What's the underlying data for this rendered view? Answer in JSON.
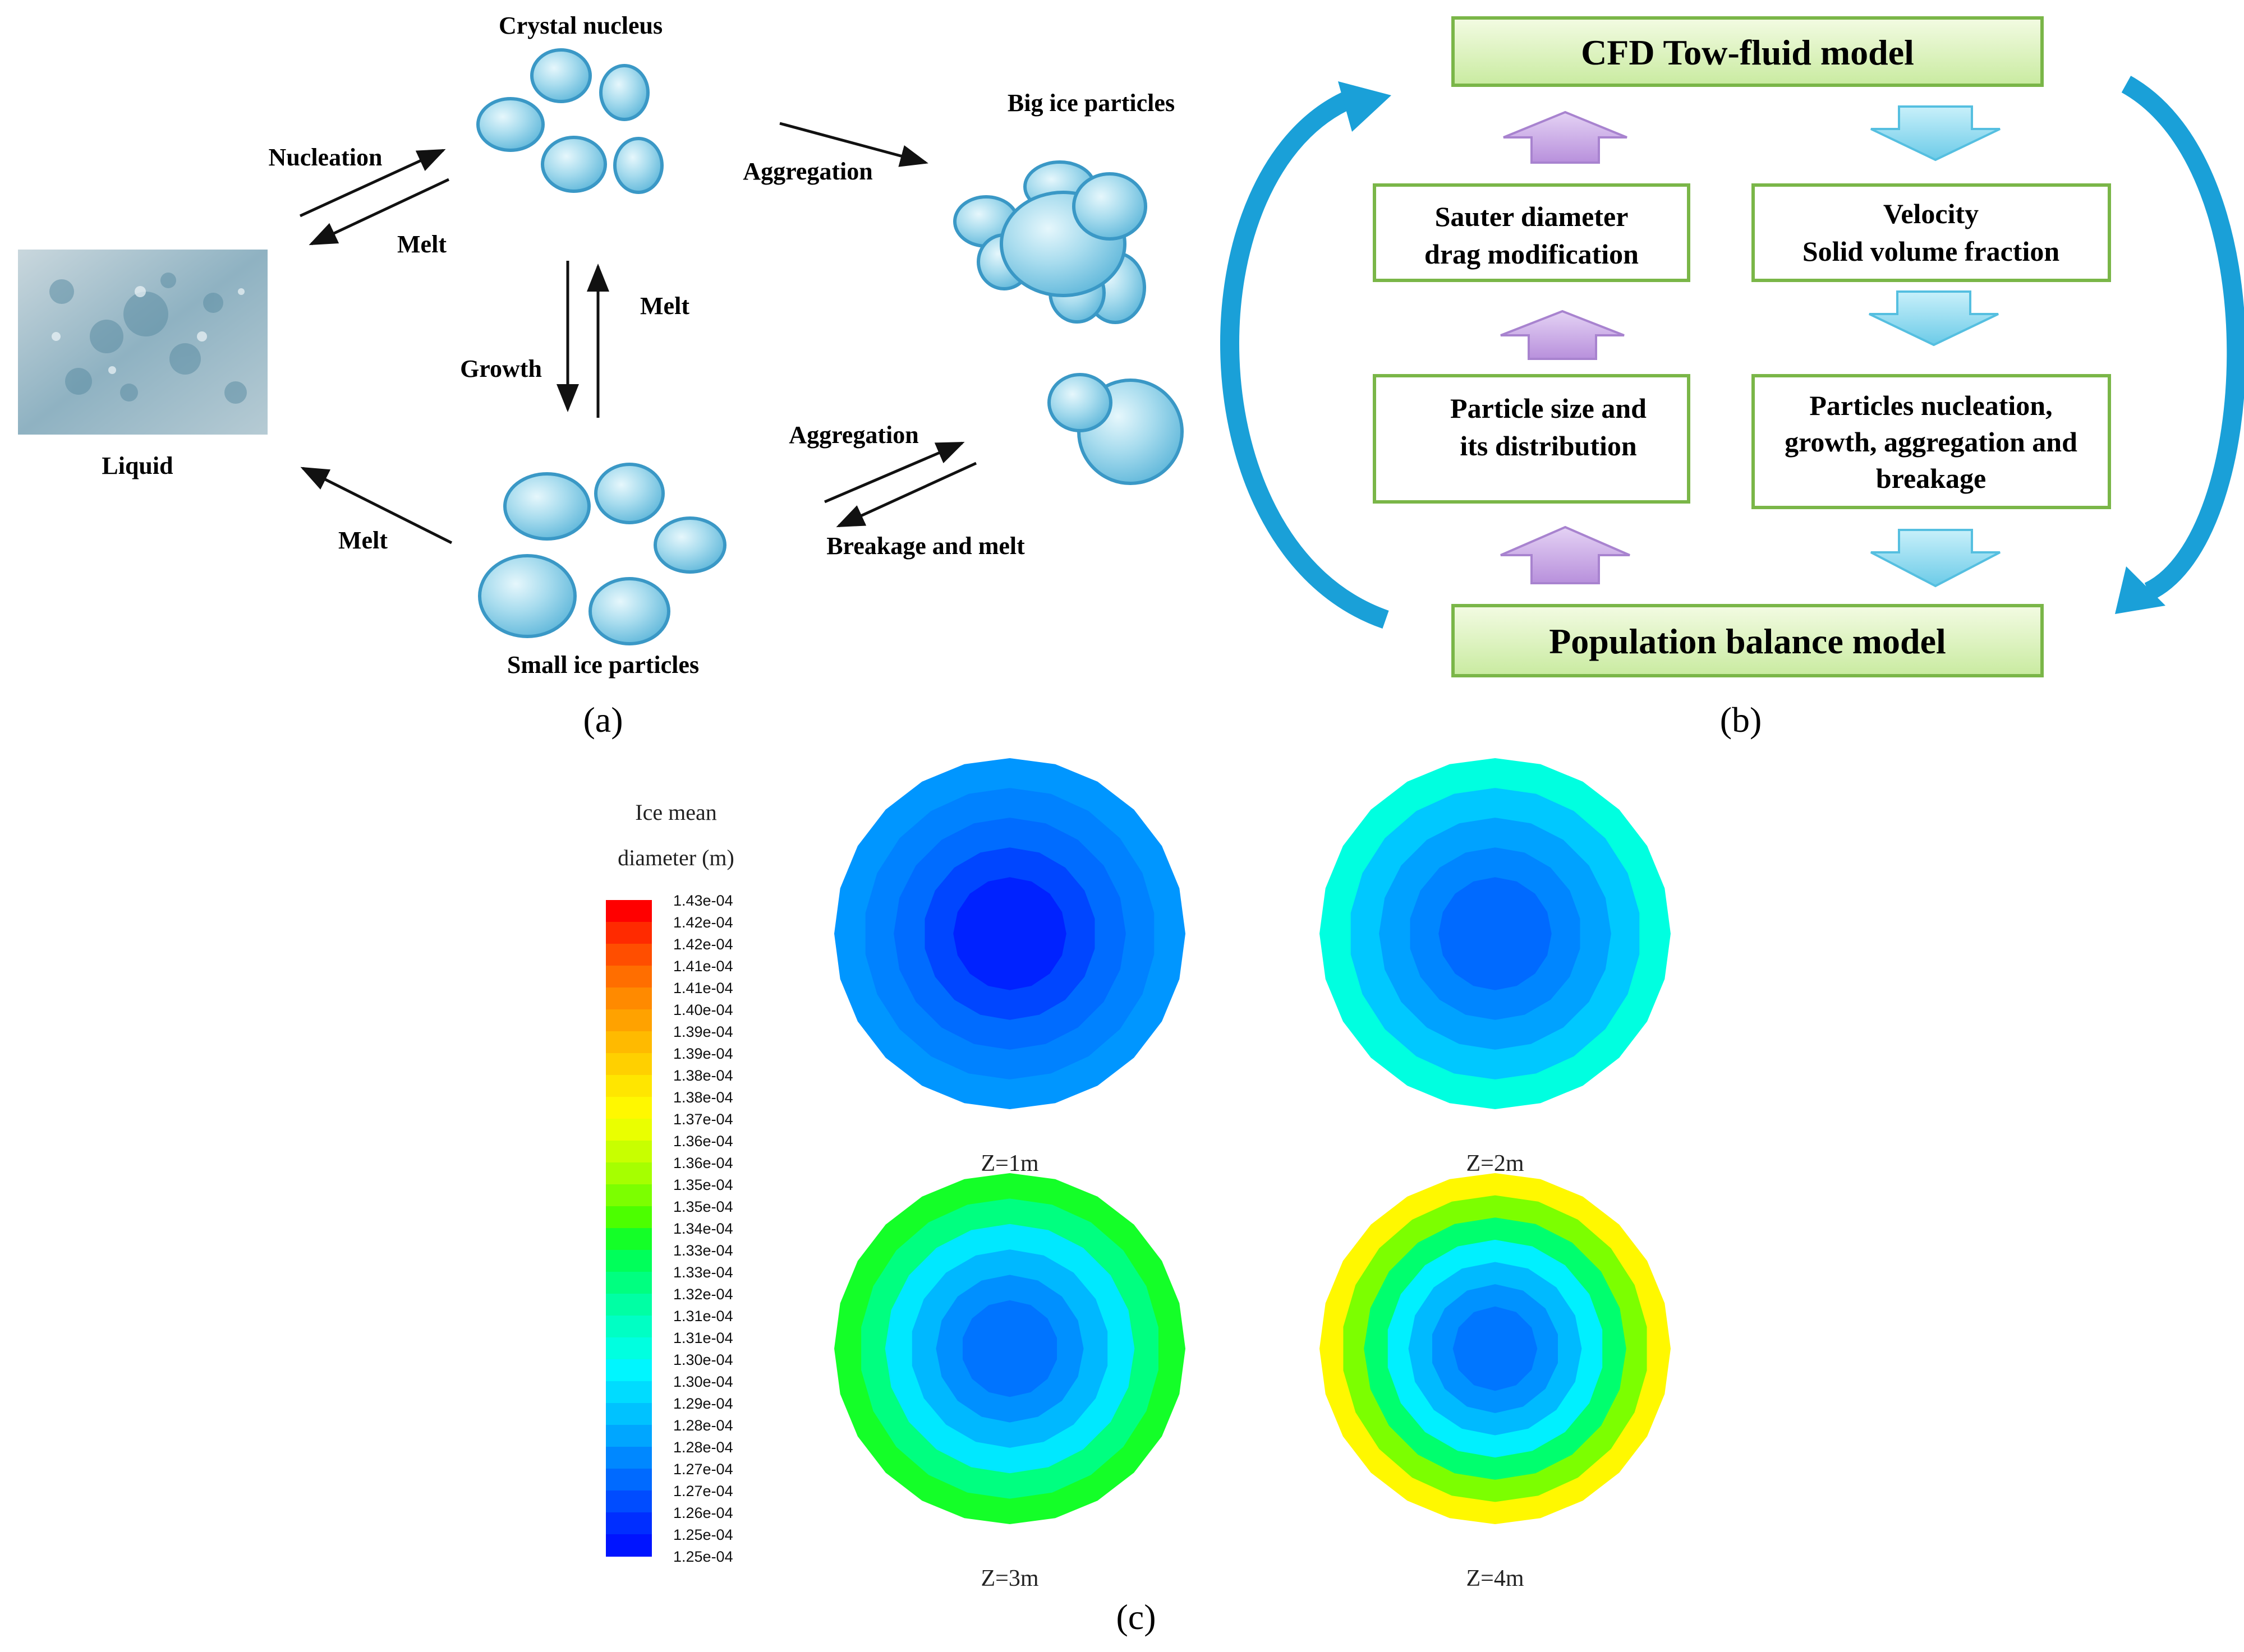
{
  "panel_a": {
    "labels": {
      "crystal_nucleus": "Crystal nucleus",
      "nucleation": "Nucleation",
      "melt_top": "Melt",
      "liquid": "Liquid",
      "melt_vertical": "Melt",
      "growth": "Growth",
      "melt_bottom": "Melt",
      "small_ice": "Small ice particles",
      "aggregation_top": "Aggregation",
      "big_ice": "Big ice particles",
      "aggregation_bottom": "Aggregation",
      "breakage_melt": "Breakage and melt"
    },
    "caption": "(a)"
  },
  "panel_b": {
    "top_box": "CFD Tow-fluid model",
    "box_left_mid": [
      "Sauter diameter",
      "drag modification"
    ],
    "box_right_mid": [
      "Velocity",
      "Solid volume fraction"
    ],
    "box_left_low": [
      "Particle size and",
      "its distribution"
    ],
    "box_right_low": [
      "Particles nucleation,",
      "growth, aggregation and",
      "breakage"
    ],
    "bottom_box": "Population balance model",
    "caption": "(b)",
    "colors": {
      "box_fill_top": "#f3fbe3",
      "box_fill_bottom": "#c9eba0",
      "box_border": "#7ab648",
      "up_arrow": "#c9a8e3",
      "down_arrow": "#8ed8ee",
      "loop_arrow": "#1aa0d8"
    }
  },
  "panel_c": {
    "legend_title": [
      "Ice mean",
      "diameter (m)"
    ],
    "legend_values": [
      "1.43e-04",
      "1.42e-04",
      "1.42e-04",
      "1.41e-04",
      "1.41e-04",
      "1.40e-04",
      "1.39e-04",
      "1.39e-04",
      "1.38e-04",
      "1.38e-04",
      "1.37e-04",
      "1.36e-04",
      "1.36e-04",
      "1.35e-04",
      "1.35e-04",
      "1.34e-04",
      "1.33e-04",
      "1.33e-04",
      "1.32e-04",
      "1.31e-04",
      "1.31e-04",
      "1.30e-04",
      "1.30e-04",
      "1.29e-04",
      "1.28e-04",
      "1.28e-04",
      "1.27e-04",
      "1.27e-04",
      "1.26e-04",
      "1.25e-04",
      "1.25e-04"
    ],
    "legend_colors": [
      "#ff0000",
      "#ff2a00",
      "#ff4e00",
      "#ff6e00",
      "#ff8a00",
      "#ffa200",
      "#ffba00",
      "#ffd000",
      "#ffe600",
      "#fff800",
      "#eaff00",
      "#c8ff00",
      "#a6ff00",
      "#7cff00",
      "#4cff00",
      "#14ff28",
      "#00ff5a",
      "#00ff80",
      "#00ffa4",
      "#00ffc4",
      "#00ffe0",
      "#00f6ff",
      "#00dcff",
      "#00c2ff",
      "#00a6ff",
      "#0088ff",
      "#006aff",
      "#004cff",
      "#002eff",
      "#0014ff",
      "#0000ff"
    ],
    "contours": [
      {
        "label": "Z=1m",
        "rings": [
          "#0096ff",
          "#0082ff",
          "#006cff",
          "#0046ff",
          "#0022ff"
        ]
      },
      {
        "label": "Z=2m",
        "rings": [
          "#00ffe0",
          "#00c8ff",
          "#00a2ff",
          "#0086ff",
          "#006aff"
        ]
      },
      {
        "label": "Z=3m",
        "rings": [
          "#14ff28",
          "#00ff80",
          "#00e8ff",
          "#00b8ff",
          "#0090ff",
          "#0074ff"
        ]
      },
      {
        "label": "Z=4m",
        "rings": [
          "#fff800",
          "#7cff00",
          "#00ff6e",
          "#00f0ff",
          "#00baff",
          "#0092ff",
          "#0076ff"
        ]
      }
    ],
    "caption": "(c)"
  }
}
